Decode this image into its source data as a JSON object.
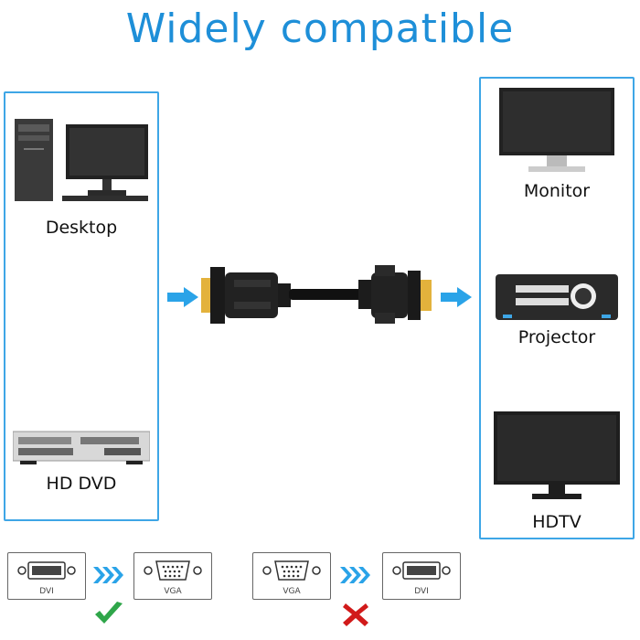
{
  "title": "Widely compatible",
  "left_devices": [
    "Desktop",
    "HD DVD"
  ],
  "right_devices": [
    "Monitor",
    "Projector",
    "HDTV"
  ],
  "colors": {
    "accent": "#1e8fd8",
    "panel_border": "#3ea6e6",
    "check": "#2fa64a",
    "cross": "#d11a1a"
  },
  "conversions": [
    {
      "from": "DVI",
      "to": "VGA",
      "status": "supported",
      "status_icon": "check-icon"
    },
    {
      "from": "VGA",
      "to": "DVI",
      "status": "not supported",
      "status_icon": "cross-icon"
    }
  ]
}
